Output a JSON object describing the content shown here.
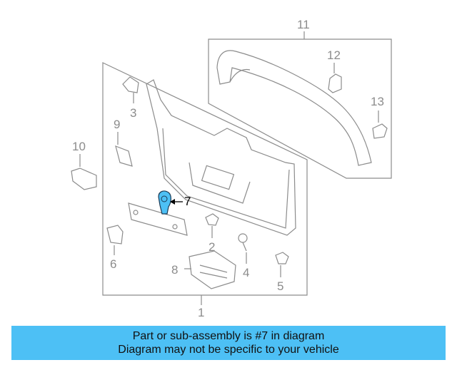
{
  "diagram": {
    "highlight_color": "#4dc0f5",
    "line_color": "#8c8c8c",
    "callouts": {
      "c1": "1",
      "c2": "2",
      "c3": "3",
      "c4": "4",
      "c5": "5",
      "c6": "6",
      "c7": "7",
      "c8": "8",
      "c9": "9",
      "c10": "10",
      "c11": "11",
      "c12": "12",
      "c13": "13"
    }
  },
  "banner": {
    "line1": "Part or sub-assembly is #7 in diagram",
    "line2": "Diagram may not be specific to your vehicle",
    "color": "#4dc0f5"
  }
}
